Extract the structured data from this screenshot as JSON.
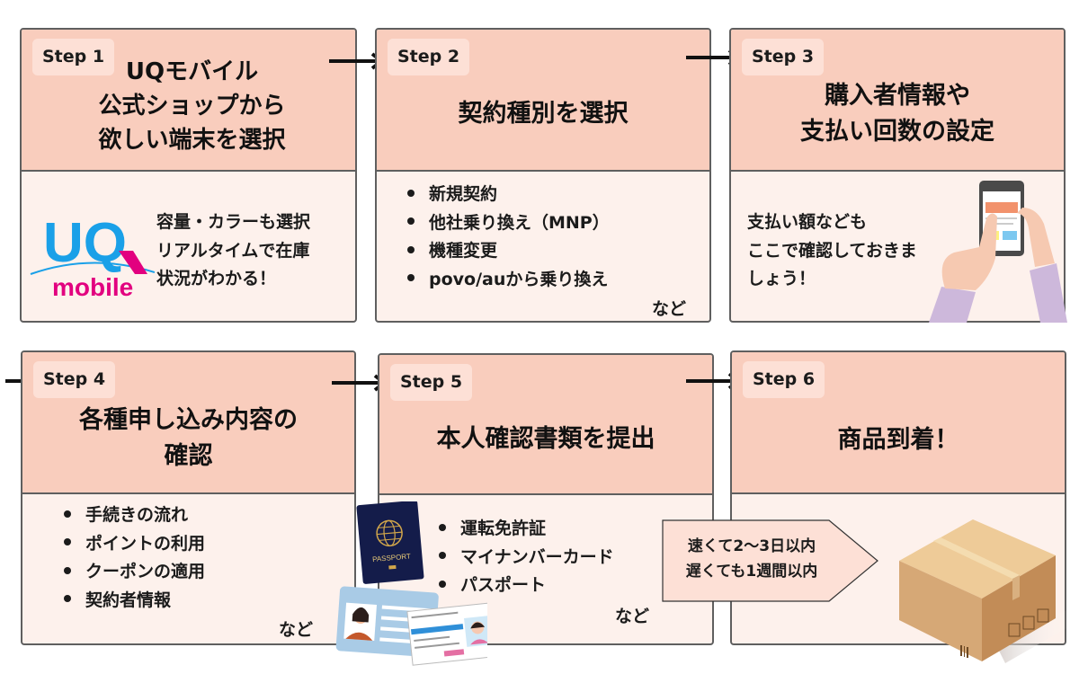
{
  "steps": [
    {
      "badge": "Step 1",
      "title": "UQモバイル\n公式ショップから\n欲しい端末を選択",
      "body_text": "容量・カラーも選択\nリアルタイムで在庫\n状況がわかる！",
      "logo": {
        "top": "UQ",
        "bottom": "mobile",
        "color_blue": "#1aa0e8",
        "color_pink": "#e2007f"
      }
    },
    {
      "badge": "Step 2",
      "title": "契約種別を選択",
      "bullets": [
        "新規契約",
        "他社乗り換え（MNP）",
        "機種変更",
        "povo/auから乗り換え"
      ],
      "note": "など"
    },
    {
      "badge": "Step 3",
      "title": "購入者情報や\n支払い回数の設定",
      "body_text": "支払い額なども\nここで確認しておきま\nしょう！",
      "illustration": "smartphone-hands"
    },
    {
      "badge": "Step 4",
      "title": "各種申し込み内容の\n確認",
      "bullets": [
        "手続きの流れ",
        "ポイントの利用",
        "クーポンの適用",
        "契約者情報"
      ],
      "note": "など"
    },
    {
      "badge": "Step 5",
      "title": "本人確認書類を提出",
      "bullets": [
        "運転免許証",
        "マイナンバーカード",
        "パスポート"
      ],
      "note": "など",
      "illustration": {
        "passport_label": "PASSPORT",
        "items": [
          "passport",
          "id-card",
          "drivers-license"
        ]
      }
    },
    {
      "badge": "Step 6",
      "title": "商品到着！",
      "callout": "速くて2〜3日以内\n遅くても1週間以内",
      "illustration": "cardboard-box"
    }
  ],
  "colors": {
    "header_bg": "#f9cdbd",
    "body_bg": "#fdf1ec",
    "badge_bg": "#fde0d6",
    "border": "#5f5f5f",
    "callout_bg": "#fde0d6"
  }
}
